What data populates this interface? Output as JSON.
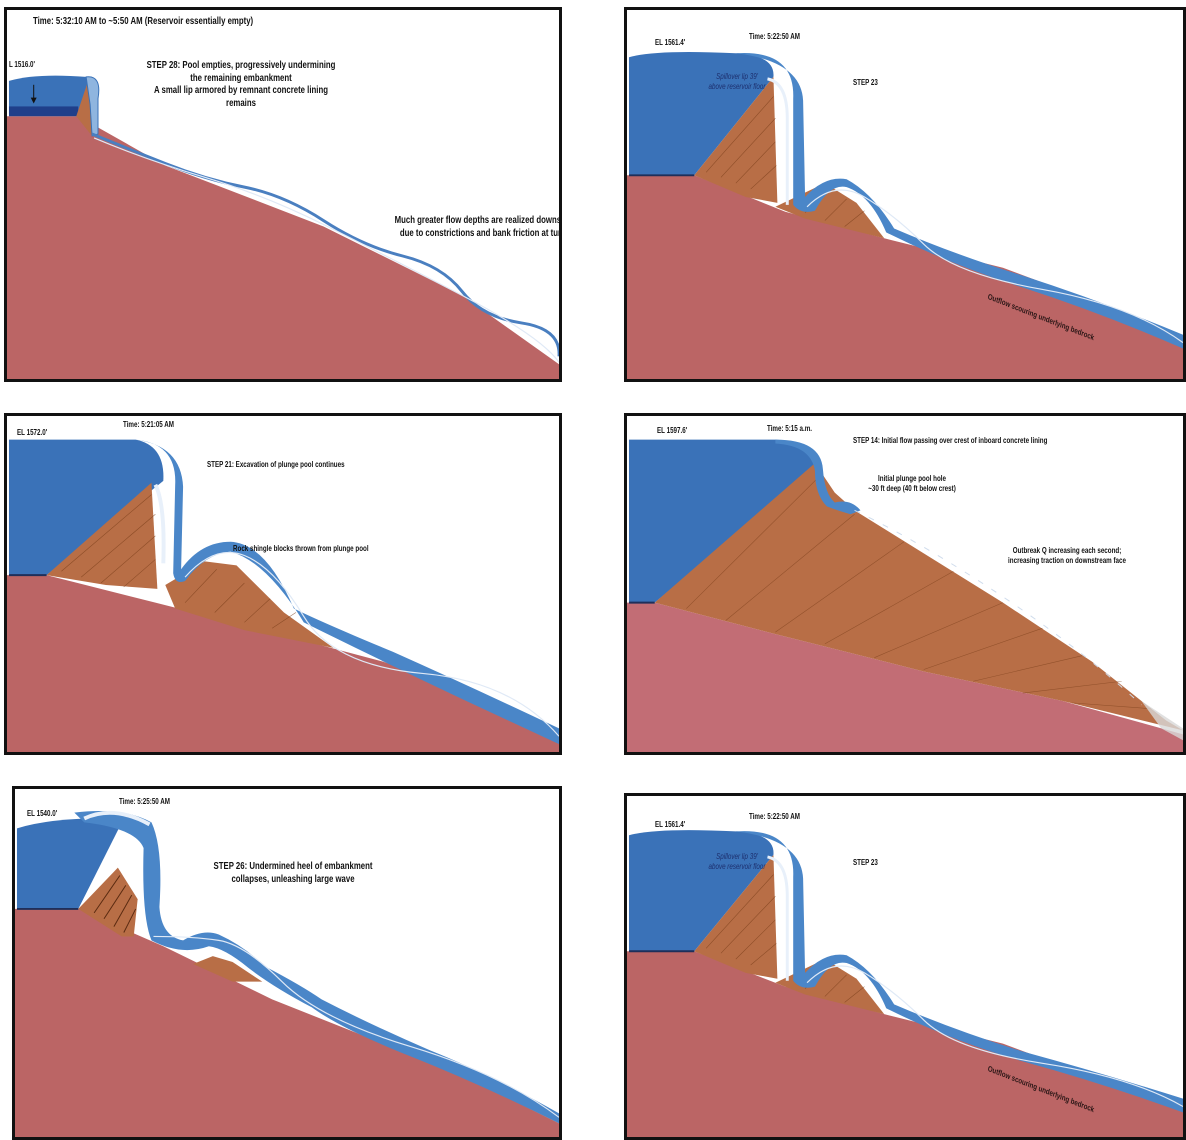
{
  "panels": [
    {
      "id": "p1",
      "time": "Time: 5:32:10 AM to ~5:50 AM (Reservoir essentially empty)",
      "elevation": "L 1516.0'",
      "step_lines": [
        "STEP 28: Pool empties, progressively undermining",
        "the remaining embankment",
        "A small lip armored by remnant concrete lining",
        "remains"
      ],
      "note_lines": [
        "Much greater flow depths are realized downstrea",
        "due to constrictions and bank friction at turns"
      ]
    },
    {
      "id": "p2",
      "time": "Time: 5:22:50 AM",
      "elevation": "EL 1561.4'",
      "step": "STEP 23",
      "spillover_lines": [
        "Spillover lip 39'",
        "above reservoir floor"
      ],
      "outflow_note": "Outflow scouring underlying bedrock"
    },
    {
      "id": "p3",
      "time": "Time: 5:21:05 AM",
      "elevation": "EL 1572.0'",
      "step": "STEP 21: Excavation of plunge pool continues",
      "note": "Rock shingle blocks thrown from plunge pool"
    },
    {
      "id": "p4",
      "time": "Time: 5:15 a.m.",
      "elevation": "EL 1597.6'",
      "step": "STEP 14: Initial flow passing over crest of inboard concrete lining",
      "hole_lines": [
        "Initial plunge pool hole",
        "~30 ft deep (40 ft below crest)"
      ],
      "note_lines": [
        "Outbreak Q increasing each second;",
        "increasing traction on downstream face"
      ]
    },
    {
      "id": "p5",
      "time": "Time: 5:25:50 AM",
      "elevation": "EL 1540.0'",
      "step_lines": [
        "STEP 26: Undermined heel of embankment",
        "collapses, unleashing large wave"
      ]
    },
    {
      "id": "p6",
      "time": "Time: 5:22:50 AM",
      "elevation": "EL 1561.4'",
      "step": "STEP 23",
      "spillover_lines": [
        "Spillover lip 39'",
        "above reservoir floor"
      ],
      "outflow_note": "Outflow scouring underlying bedrock"
    }
  ],
  "colors": {
    "bedrock": "#bb6565",
    "embankment": "#b86e46",
    "reservoir": "#3a72b8",
    "water_light": "#8fb5df",
    "frame": "#111111"
  }
}
